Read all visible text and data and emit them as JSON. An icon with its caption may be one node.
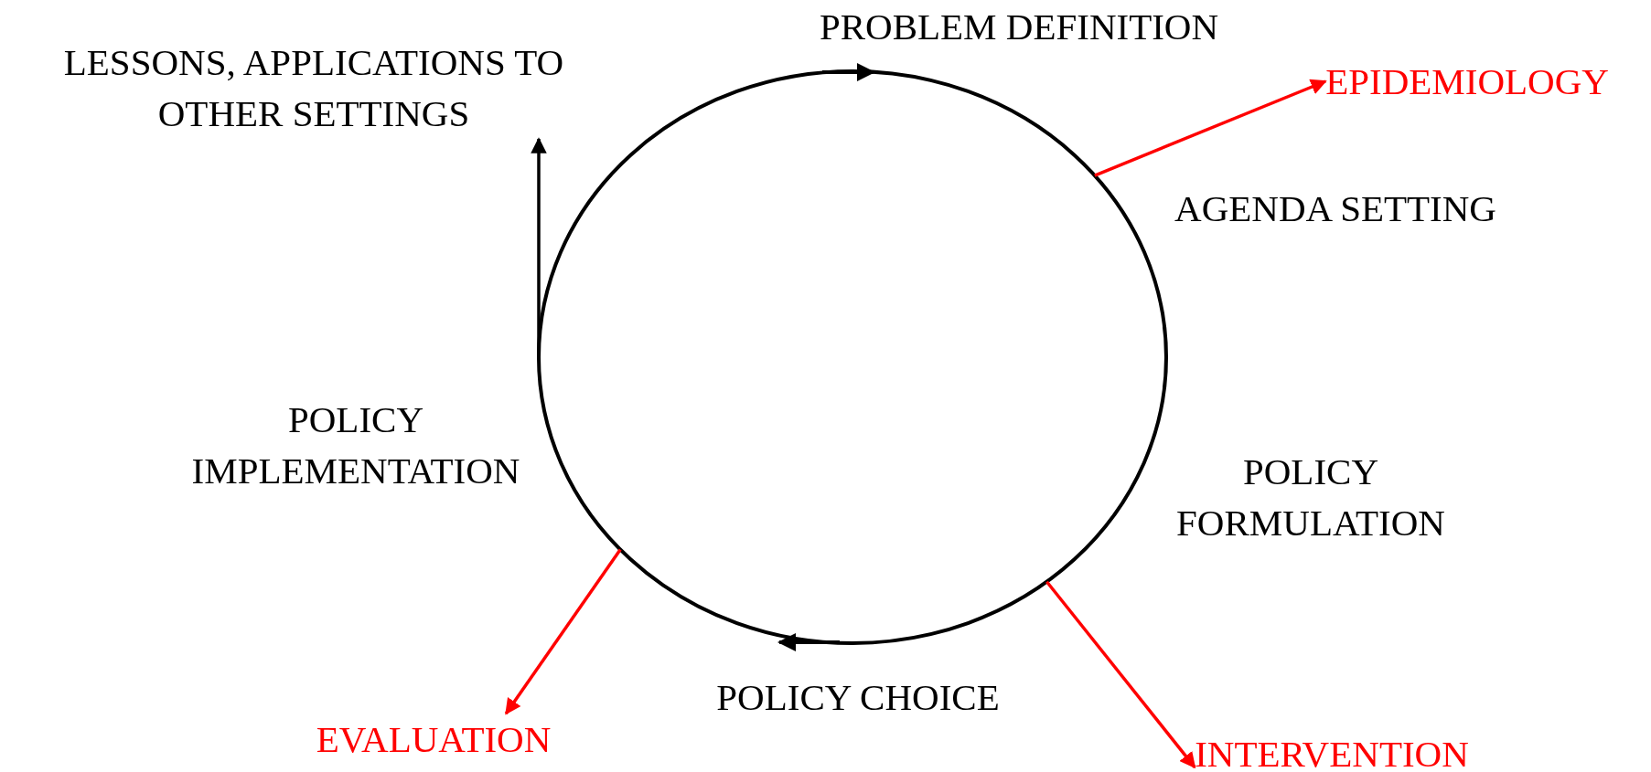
{
  "diagram": {
    "nodes": [
      {
        "text": [],
        "shape": "circle"
      },
      {
        "text": [
          "LESSONS, APPLICATIONS TO OTHER SETTINGS"
        ]
      },
      {
        "text": [
          "EPIDEMIOLOGY"
        ]
      },
      {
        "text": [
          "INTERVENTION"
        ]
      },
      {
        "text": [
          "EVALUATION"
        ]
      }
    ],
    "edges": [
      {
        "from": 0,
        "to": 1,
        "arrow": "to",
        "color": "#000000"
      },
      {
        "from": 0,
        "to": 2,
        "arrow": "to",
        "color": "#ff0000"
      },
      {
        "from": 0,
        "to": 3,
        "arrow": "to",
        "color": "#ff0000"
      },
      {
        "from": 0,
        "to": 4,
        "arrow": "to",
        "color": "#ff0000"
      }
    ],
    "labels": [
      "PROBLEM DEFINITION",
      "AGENDA SETTING",
      "POLICY FORMULATION",
      "POLICY CHOICE",
      "POLICY IMPLEMENTATION"
    ]
  }
}
